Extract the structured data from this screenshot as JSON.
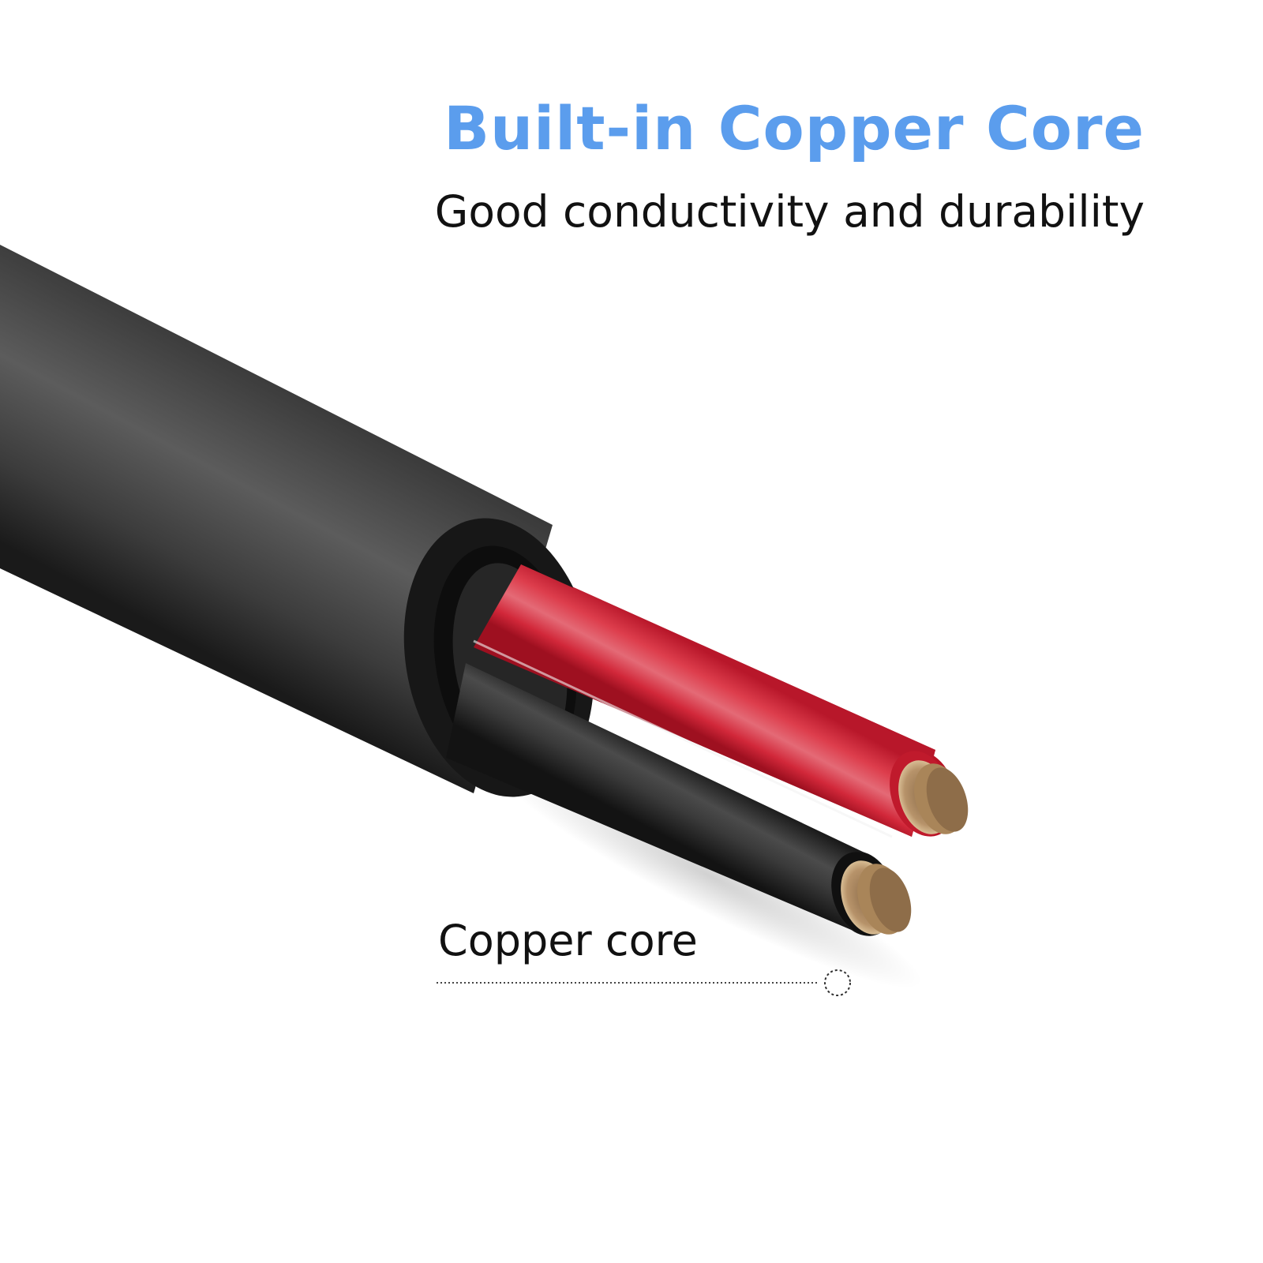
{
  "headline": {
    "title": "Built-in Copper Core",
    "subtitle": "Good conductivity and durability",
    "title_color": "#5b9ded"
  },
  "callout": {
    "label": "Copper core"
  },
  "colors": {
    "jacket": "#2d2d2d",
    "red_wire": "#d8283a",
    "black_wire": "#262626",
    "copper": "#c9a87a"
  }
}
